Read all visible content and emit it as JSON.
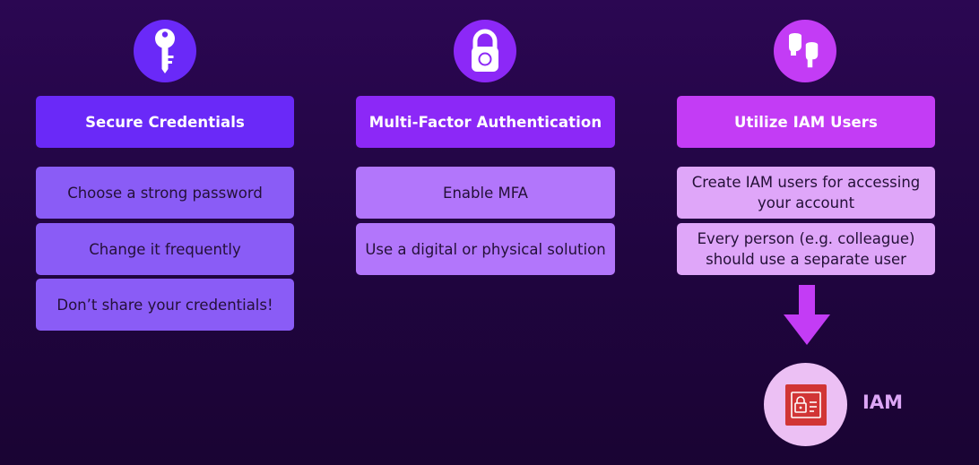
{
  "columns": [
    {
      "icon": "key-icon",
      "header": "Secure Credentials",
      "color": "#6a29f8",
      "items": [
        "Choose a strong password",
        "Change it frequently",
        "Don’t share your credentials!"
      ]
    },
    {
      "icon": "padlock-icon",
      "header": "Multi-Factor Authentication",
      "color": "#8c28f7",
      "items": [
        "Enable MFA",
        "Use a digital or physical solution"
      ]
    },
    {
      "icon": "people-icon",
      "header": "Utilize IAM Users",
      "color": "#c33cf5",
      "items": [
        "Create IAM users for accessing your account",
        "Every person (e.g. colleague) should use a separate user"
      ]
    }
  ],
  "arrow_color": "#c33cf5",
  "iam": {
    "icon": "aws-iam-icon",
    "label": "IAM",
    "icon_color": "#d13535"
  }
}
